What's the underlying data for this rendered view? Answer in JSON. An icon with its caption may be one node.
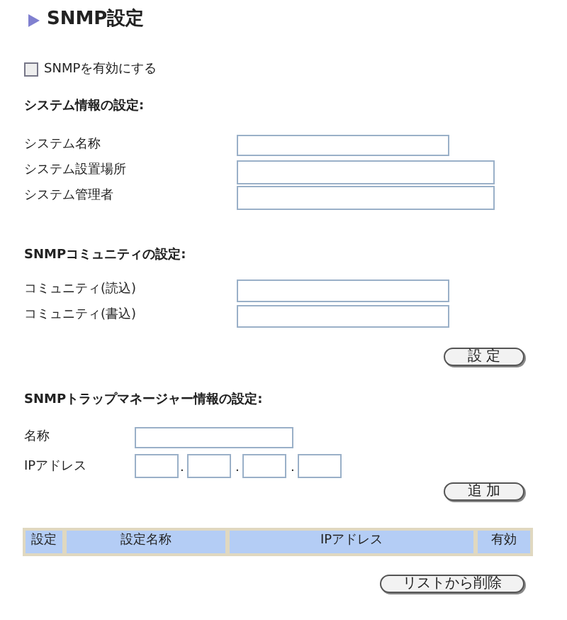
{
  "diagram": {
    "title": "SNMP設定",
    "labels": [
      "SNMPを有効にする",
      "システム情報の設定:",
      "システム名称",
      "システム設置場所",
      "システム管理者",
      "SNMPコミュニティの設定:",
      "コミュニティ(読込)",
      "コミュニティ(書込)",
      "設 定",
      "SNMPトラップマネージャー情報の設定:",
      "名称",
      "IPアドレス",
      ".",
      ".",
      ".",
      "追 加",
      "設定",
      "設定名称",
      "IPアドレス",
      "有効",
      "リストから削除"
    ]
  }
}
